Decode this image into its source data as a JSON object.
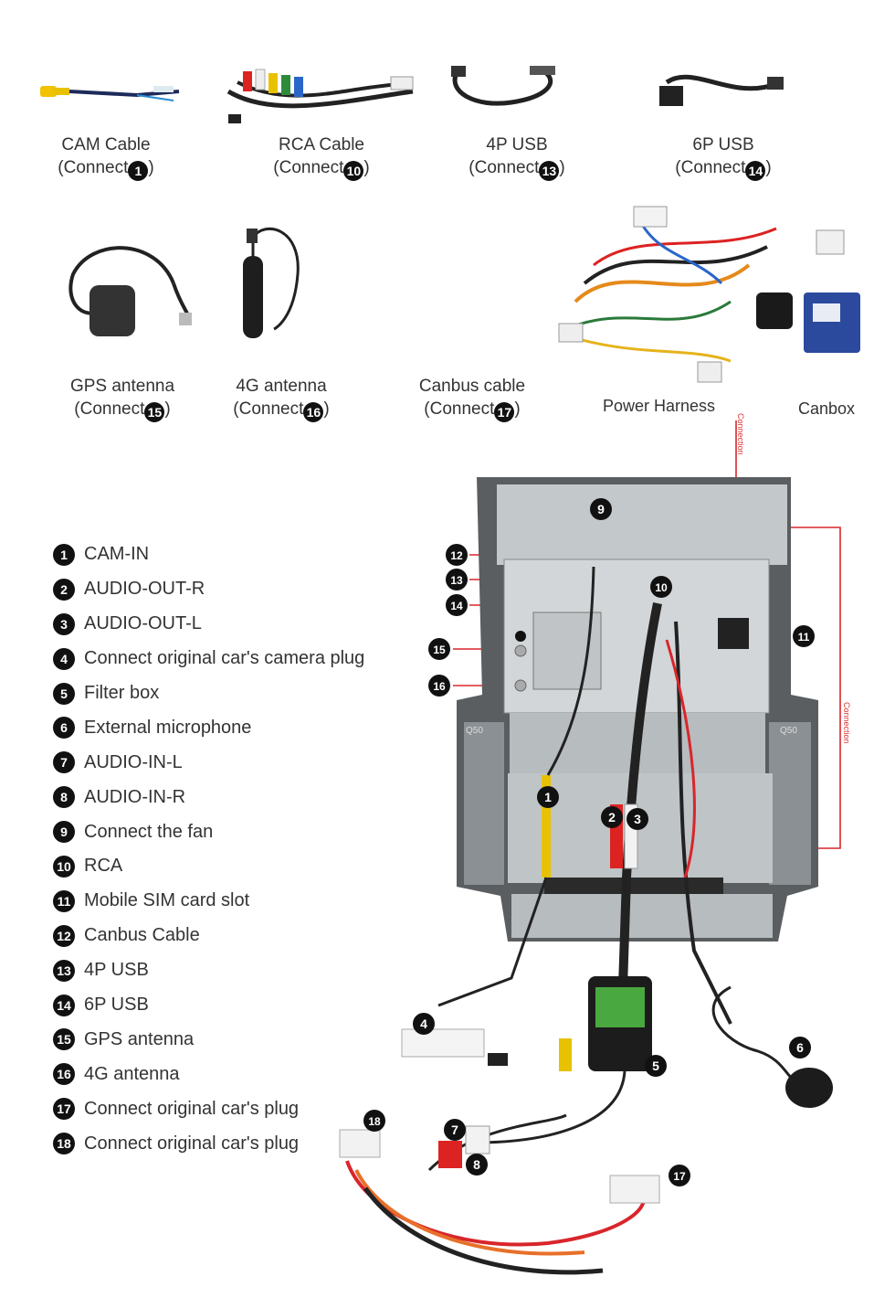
{
  "accessories_top": [
    {
      "name": "CAM Cable",
      "connect_prefix": "(Connect",
      "num": "1",
      "suffix": ")"
    },
    {
      "name": "RCA Cable",
      "connect_prefix": "(Connect",
      "num": "10",
      "suffix": ")"
    },
    {
      "name": "4P USB",
      "connect_prefix": "(Connect",
      "num": "13",
      "suffix": ")"
    },
    {
      "name": "6P USB",
      "connect_prefix": "(Connect",
      "num": "14",
      "suffix": ")"
    }
  ],
  "accessories_mid": [
    {
      "name": "GPS antenna",
      "connect_prefix": "(Connect",
      "num": "15",
      "suffix": ")"
    },
    {
      "name": "4G antenna",
      "connect_prefix": "(Connect",
      "num": "16",
      "suffix": ")"
    },
    {
      "name": "Canbus cable",
      "connect_prefix": "(Connect",
      "num": "17",
      "suffix": ")"
    }
  ],
  "labels": {
    "power_harness": "Power Harness",
    "canbox": "Canbox",
    "connection": "Connection"
  },
  "legend": [
    {
      "num": "1",
      "text": "CAM-IN"
    },
    {
      "num": "2",
      "text": "AUDIO-OUT-R"
    },
    {
      "num": "3",
      "text": "AUDIO-OUT-L"
    },
    {
      "num": "4",
      "text": "Connect original car's camera plug"
    },
    {
      "num": "5",
      "text": "Filter box"
    },
    {
      "num": "6",
      "text": "External microphone"
    },
    {
      "num": "7",
      "text": "AUDIO-IN-L"
    },
    {
      "num": "8",
      "text": "AUDIO-IN-R"
    },
    {
      "num": "9",
      "text": "Connect the fan"
    },
    {
      "num": "10",
      "text": "RCA"
    },
    {
      "num": "11",
      "text": "Mobile SIM card slot"
    },
    {
      "num": "12",
      "text": "Canbus Cable"
    },
    {
      "num": "13",
      "text": "4P USB"
    },
    {
      "num": "14",
      "text": "6P USB"
    },
    {
      "num": "15",
      "text": "GPS antenna"
    },
    {
      "num": "16",
      "text": "4G antenna"
    },
    {
      "num": "17",
      "text": "Connect original car's plug"
    },
    {
      "num": "18",
      "text": "Connect original car's plug"
    }
  ],
  "unit_markers": [
    "9",
    "12",
    "13",
    "14",
    "10",
    "11",
    "15",
    "16",
    "1",
    "2",
    "3",
    "4",
    "5",
    "6",
    "7",
    "8",
    "18",
    "17"
  ],
  "unit_text": {
    "model_left": "Q50",
    "model_right": "Q50"
  },
  "colors": {
    "accent_line": "#d8262b",
    "marker": "#111111",
    "panel": "#c9cdcf"
  }
}
